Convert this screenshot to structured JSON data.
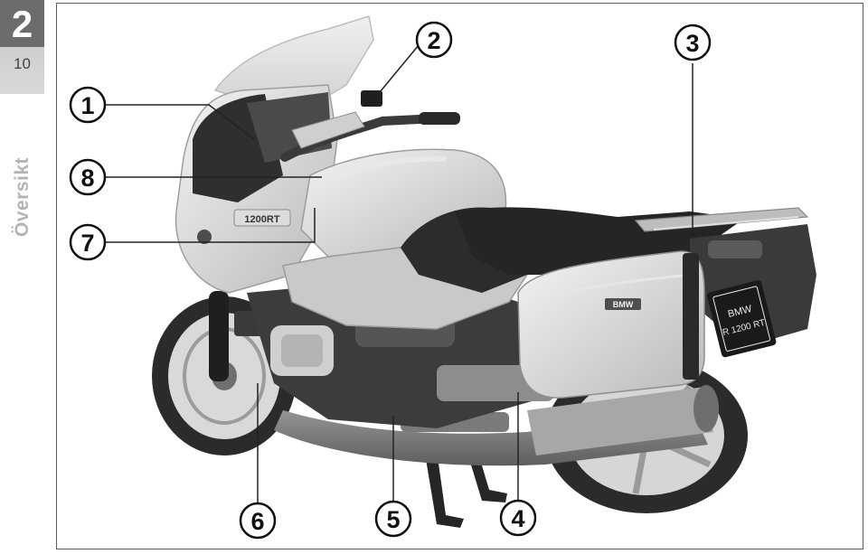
{
  "chapter": {
    "number": "2",
    "page": "10"
  },
  "section_title": "Översikt",
  "callouts": [
    "1",
    "2",
    "3",
    "4",
    "5",
    "6",
    "7",
    "8"
  ],
  "model_badge": "1200RT",
  "pannier_badge": "BMW",
  "license_plate": {
    "line1": "BMW",
    "line2": "R 1200 RT"
  }
}
